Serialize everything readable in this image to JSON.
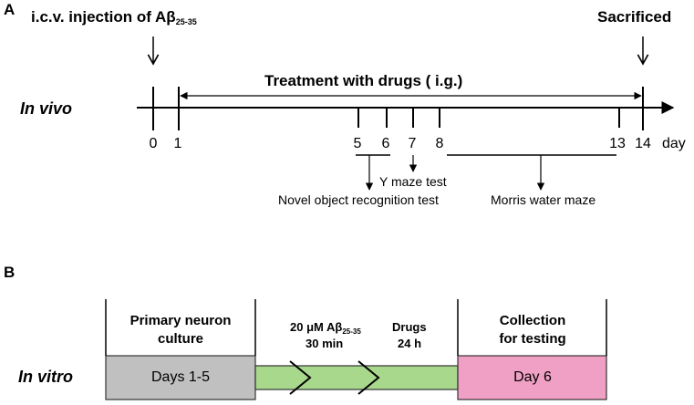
{
  "panel_a": {
    "letter": "A",
    "injection_label": "i.c.v. injection of A",
    "beta": "β",
    "peptide_range": "25-35",
    "sacrificed_label": "Sacrificed",
    "treatment_label": "Treatment with drugs ( i.g.)",
    "condition_label": "In vivo",
    "day_ticks": [
      "0",
      "1",
      "5",
      "6",
      "7",
      "8",
      "13",
      "14"
    ],
    "day_unit": "day",
    "tests": {
      "y_maze": "Y maze test",
      "novel_object": "Novel object recognition test",
      "morris": "Morris water maze"
    }
  },
  "panel_b": {
    "letter": "B",
    "condition_label": "In vitro",
    "primary_culture_line1": "Primary neuron",
    "primary_culture_line2": "culture",
    "days_1_5": "Days 1-5",
    "abeta_conc": "20 μM A",
    "abeta_beta": "β",
    "abeta_range": "25-35",
    "abeta_time": "30 min",
    "drugs_label": "Drugs",
    "drugs_time": "24 h",
    "collection_line1": "Collection",
    "collection_line2": "for testing",
    "day_6": "Day 6"
  },
  "colors": {
    "days_box": "#c0c0c0",
    "treatment_bar": "#a8d88c",
    "day6_box": "#f0a0c4"
  }
}
